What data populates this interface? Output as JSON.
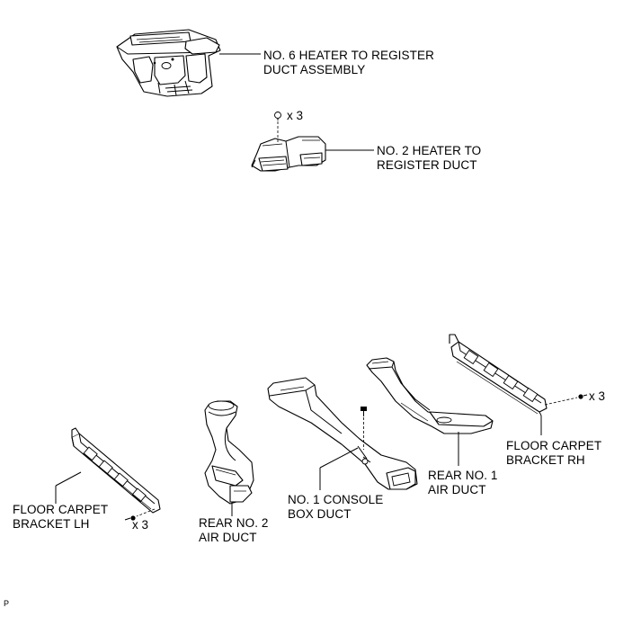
{
  "labels": {
    "no6_duct": [
      "NO. 6 HEATER TO REGISTER",
      "DUCT ASSEMBLY"
    ],
    "no2_duct": [
      "NO. 2 HEATER TO",
      "REGISTER DUCT"
    ],
    "floor_lh": [
      "FLOOR CARPET",
      "BRACKET LH"
    ],
    "rear_no2": [
      "REAR NO. 2",
      "AIR DUCT"
    ],
    "console": [
      "NO. 1 CONSOLE",
      "BOX DUCT"
    ],
    "rear_no1": [
      "REAR NO. 1",
      "AIR DUCT"
    ],
    "floor_rh": [
      "FLOOR CARPET",
      "BRACKET RH"
    ]
  },
  "quantities": {
    "clip_no2": "x 3",
    "screw_lh": "x 3",
    "screw_rh": "x 3"
  },
  "corner_mark": "P"
}
